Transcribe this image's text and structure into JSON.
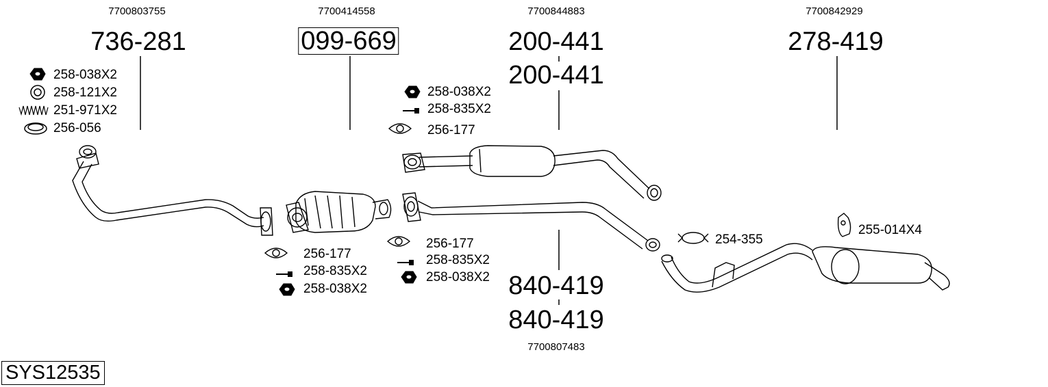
{
  "system_code": "SYS12535",
  "parts": [
    {
      "oem": "7700803755",
      "number": "736-281"
    },
    {
      "oem": "7700414558",
      "number": "099-669"
    },
    {
      "oem": "7700844883",
      "number": "200-441",
      "number_2": "200-441"
    },
    {
      "oem": "7700842929",
      "number": "278-419"
    },
    {
      "oem": "7700807483",
      "number": "840-419",
      "number_2": "840-419"
    }
  ],
  "fittings": {
    "group1": [
      "258-038X2",
      "258-121X2",
      "251-971X2",
      "256-056"
    ],
    "group2": [
      "258-038X2",
      "258-835X2",
      "256-177"
    ],
    "group3": [
      "256-177",
      "258-835X2",
      "258-038X2"
    ],
    "group4": [
      "256-177",
      "258-835X2",
      "258-038X2"
    ],
    "clamp": "254-355",
    "hanger": "255-014X4"
  },
  "icons": [
    "nut-icon",
    "washer-icon",
    "spring-icon",
    "gasket-ring-icon",
    "bolt-icon",
    "flange-gasket-icon",
    "clamp-icon",
    "hanger-icon"
  ]
}
